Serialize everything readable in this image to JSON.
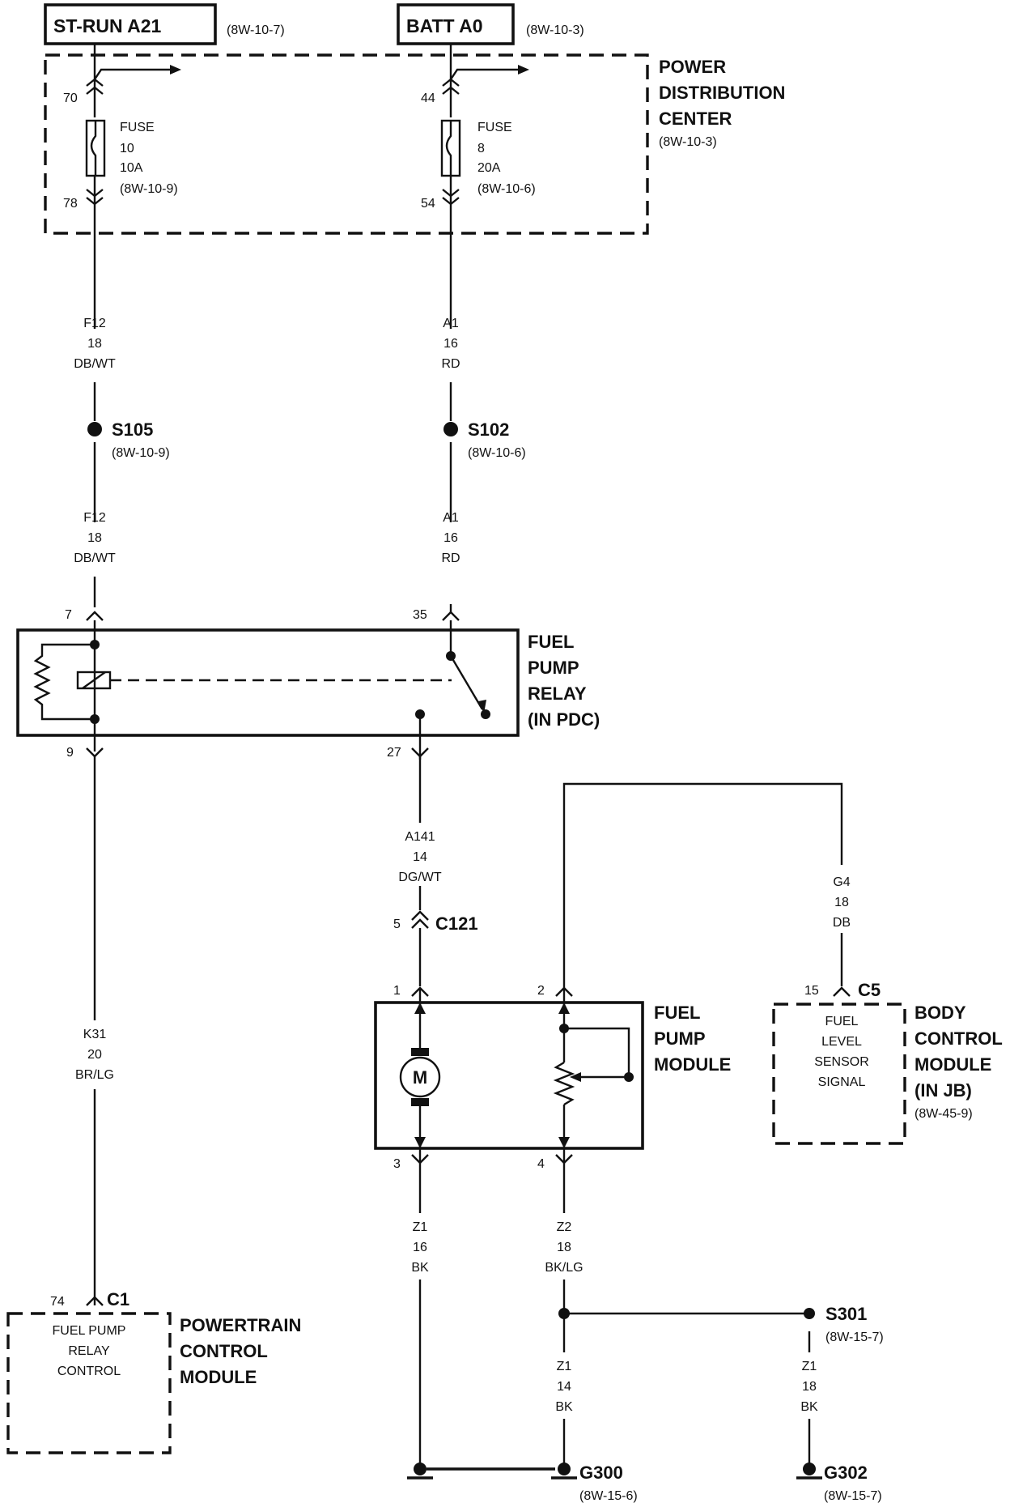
{
  "sources": {
    "st_run": {
      "label": "ST-RUN A21",
      "ref": "(8W-10-7)"
    },
    "batt": {
      "label": "BATT A0",
      "ref": "(8W-10-3)"
    }
  },
  "pdc": {
    "line1": "POWER",
    "line2": "DISTRIBUTION",
    "line3": "CENTER",
    "ref": "(8W-10-3)"
  },
  "fuse10": {
    "pin_in": "70",
    "pin_out": "78",
    "l1": "FUSE",
    "l2": "10",
    "l3": "10A",
    "l4": "(8W-10-9)"
  },
  "fuse8": {
    "pin_in": "44",
    "pin_out": "54",
    "l1": "FUSE",
    "l2": "8",
    "l3": "20A",
    "l4": "(8W-10-6)"
  },
  "wires": {
    "f12_a": {
      "circuit": "F12",
      "gauge": "18",
      "color": "DB/WT"
    },
    "a1_a": {
      "circuit": "A1",
      "gauge": "16",
      "color": "RD"
    },
    "f12_b": {
      "circuit": "F12",
      "gauge": "18",
      "color": "DB/WT"
    },
    "a1_b": {
      "circuit": "A1",
      "gauge": "16",
      "color": "RD"
    },
    "a141": {
      "circuit": "A141",
      "gauge": "14",
      "color": "DG/WT"
    },
    "g4": {
      "circuit": "G4",
      "gauge": "18",
      "color": "DB"
    },
    "k31": {
      "circuit": "K31",
      "gauge": "20",
      "color": "BR/LG"
    },
    "z1_16": {
      "circuit": "Z1",
      "gauge": "16",
      "color": "BK"
    },
    "z2": {
      "circuit": "Z2",
      "gauge": "18",
      "color": "BK/LG"
    },
    "z1_14": {
      "circuit": "Z1",
      "gauge": "14",
      "color": "BK"
    },
    "z1_18": {
      "circuit": "Z1",
      "gauge": "18",
      "color": "BK"
    }
  },
  "splices": {
    "s105": {
      "label": "S105",
      "ref": "(8W-10-9)"
    },
    "s102": {
      "label": "S102",
      "ref": "(8W-10-6)"
    },
    "s301": {
      "label": "S301",
      "ref": "(8W-15-7)"
    }
  },
  "relay": {
    "pin7": "7",
    "pin35": "35",
    "pin9": "9",
    "pin27": "27",
    "l1": "FUEL",
    "l2": "PUMP",
    "l3": "RELAY",
    "l4": "(IN PDC)"
  },
  "c121": {
    "pin": "5",
    "label": "C121"
  },
  "pump_module": {
    "pin1": "1",
    "pin2": "2",
    "pin3": "3",
    "pin4": "4",
    "motor": "M",
    "l1": "FUEL",
    "l2": "PUMP",
    "l3": "MODULE"
  },
  "bcm": {
    "pin": "15",
    "connector": "C5",
    "inner1": "FUEL",
    "inner2": "LEVEL",
    "inner3": "SENSOR",
    "inner4": "SIGNAL",
    "l1": "BODY",
    "l2": "CONTROL",
    "l3": "MODULE",
    "l4": "(IN JB)",
    "ref": "(8W-45-9)"
  },
  "pcm": {
    "pin": "74",
    "connector": "C1",
    "inner1": "FUEL PUMP",
    "inner2": "RELAY",
    "inner3": "CONTROL",
    "l1": "POWERTRAIN",
    "l2": "CONTROL",
    "l3": "MODULE"
  },
  "grounds": {
    "g300": {
      "label": "G300",
      "ref": "(8W-15-6)"
    },
    "g302": {
      "label": "G302",
      "ref": "(8W-15-7)"
    }
  }
}
